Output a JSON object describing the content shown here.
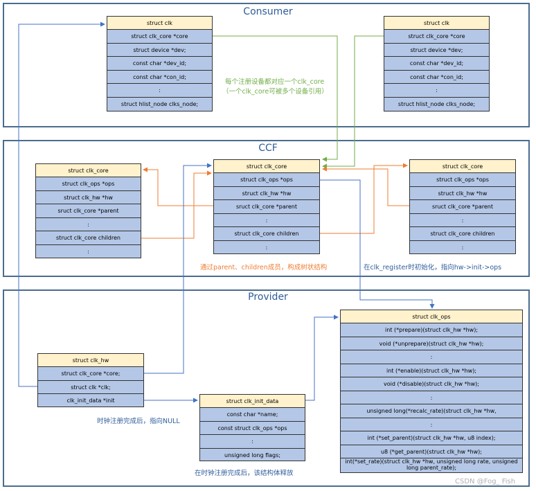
{
  "sections": {
    "consumer": "Consumer",
    "ccf": "CCF",
    "provider": "Provider"
  },
  "boxes": {
    "clk_left": {
      "header": "struct clk",
      "rows": [
        "struct clk_core *core",
        "struct device *dev;",
        "const char *dev_id;",
        "const char *con_id;",
        ":",
        "struct hlist_node clks_node;"
      ]
    },
    "clk_right": {
      "header": "struct clk",
      "rows": [
        "struct clk_core *core",
        "struct device *dev;",
        "const char *dev_id;",
        "const char *con_id;",
        ":",
        "struct hlist_node clks_node;"
      ]
    },
    "core_left": {
      "header": "struct clk_core",
      "rows": [
        "struct clk_ops *ops",
        "struct clk_hw *hw",
        "sruct clk_core  *parent",
        ":",
        "struct clk_core children",
        ":"
      ]
    },
    "core_mid": {
      "header": "struct clk_core",
      "rows": [
        "struct clk_ops *ops",
        "struct clk_hw *hw",
        "sruct clk_core  *parent",
        ":",
        "struct clk_core children",
        ":"
      ]
    },
    "core_right": {
      "header": "struct clk_core",
      "rows": [
        "struct clk_ops *ops",
        "struct clk_hw *hw",
        "sruct clk_core  *parent",
        ":",
        "struct clk_core children",
        ":"
      ]
    },
    "clk_hw": {
      "header": "struct clk_hw",
      "rows": [
        "struct clk_core *core;",
        "struct clk *clk;",
        "clk_init_data *init"
      ]
    },
    "clk_init_data": {
      "header": "struct clk_init_data",
      "rows": [
        "const char *name;",
        "const struct clk_ops *ops",
        ":",
        "unsigned long flags;"
      ]
    },
    "clk_ops": {
      "header": "struct clk_ops",
      "rows": [
        "int (*prepare)(struct clk_hw *hw);",
        "void (*unprepare)(struct clk_hw *hw);",
        ":",
        "int (*enable)(struct clk_hw *hw);",
        "void (*disable)(struct clk_hw *hw);",
        ":",
        "unsigned long(*recalc_rate)(struct clk_hw *hw,",
        ":",
        "int (*set_parent)(struct clk_hw *hw, u8 index);",
        "u8 (*get_parent)(struct clk_hw *hw);",
        "int(*set_rate)(struct clk_hw *hw, unsigned long rate, unsigned long parent_rate);"
      ]
    }
  },
  "notes": {
    "core_map_line1": "每个注册设备都对应一个clk_core",
    "core_map_line2": "（一个clk_core可被多个设备引用）",
    "tree_note": "通过parent、children成员，构成树状结构",
    "ops_note": "在clk_register时初始化，指向hw->init->ops",
    "clk_null_note": "时钟注册完成后，指向NULL",
    "init_release_note": "在时钟注册完成后，该结构体释放",
    "watermark": "CSDN @Fog_ Fish"
  },
  "colors": {
    "border": "#4a6c8f",
    "title": "#2e5c9a",
    "box_header": "#fff2cc",
    "box_body": "#b4c7e7",
    "green_arrow": "#70ad47",
    "orange_arrow": "#ed7d31",
    "blue_arrow": "#4472c4"
  }
}
